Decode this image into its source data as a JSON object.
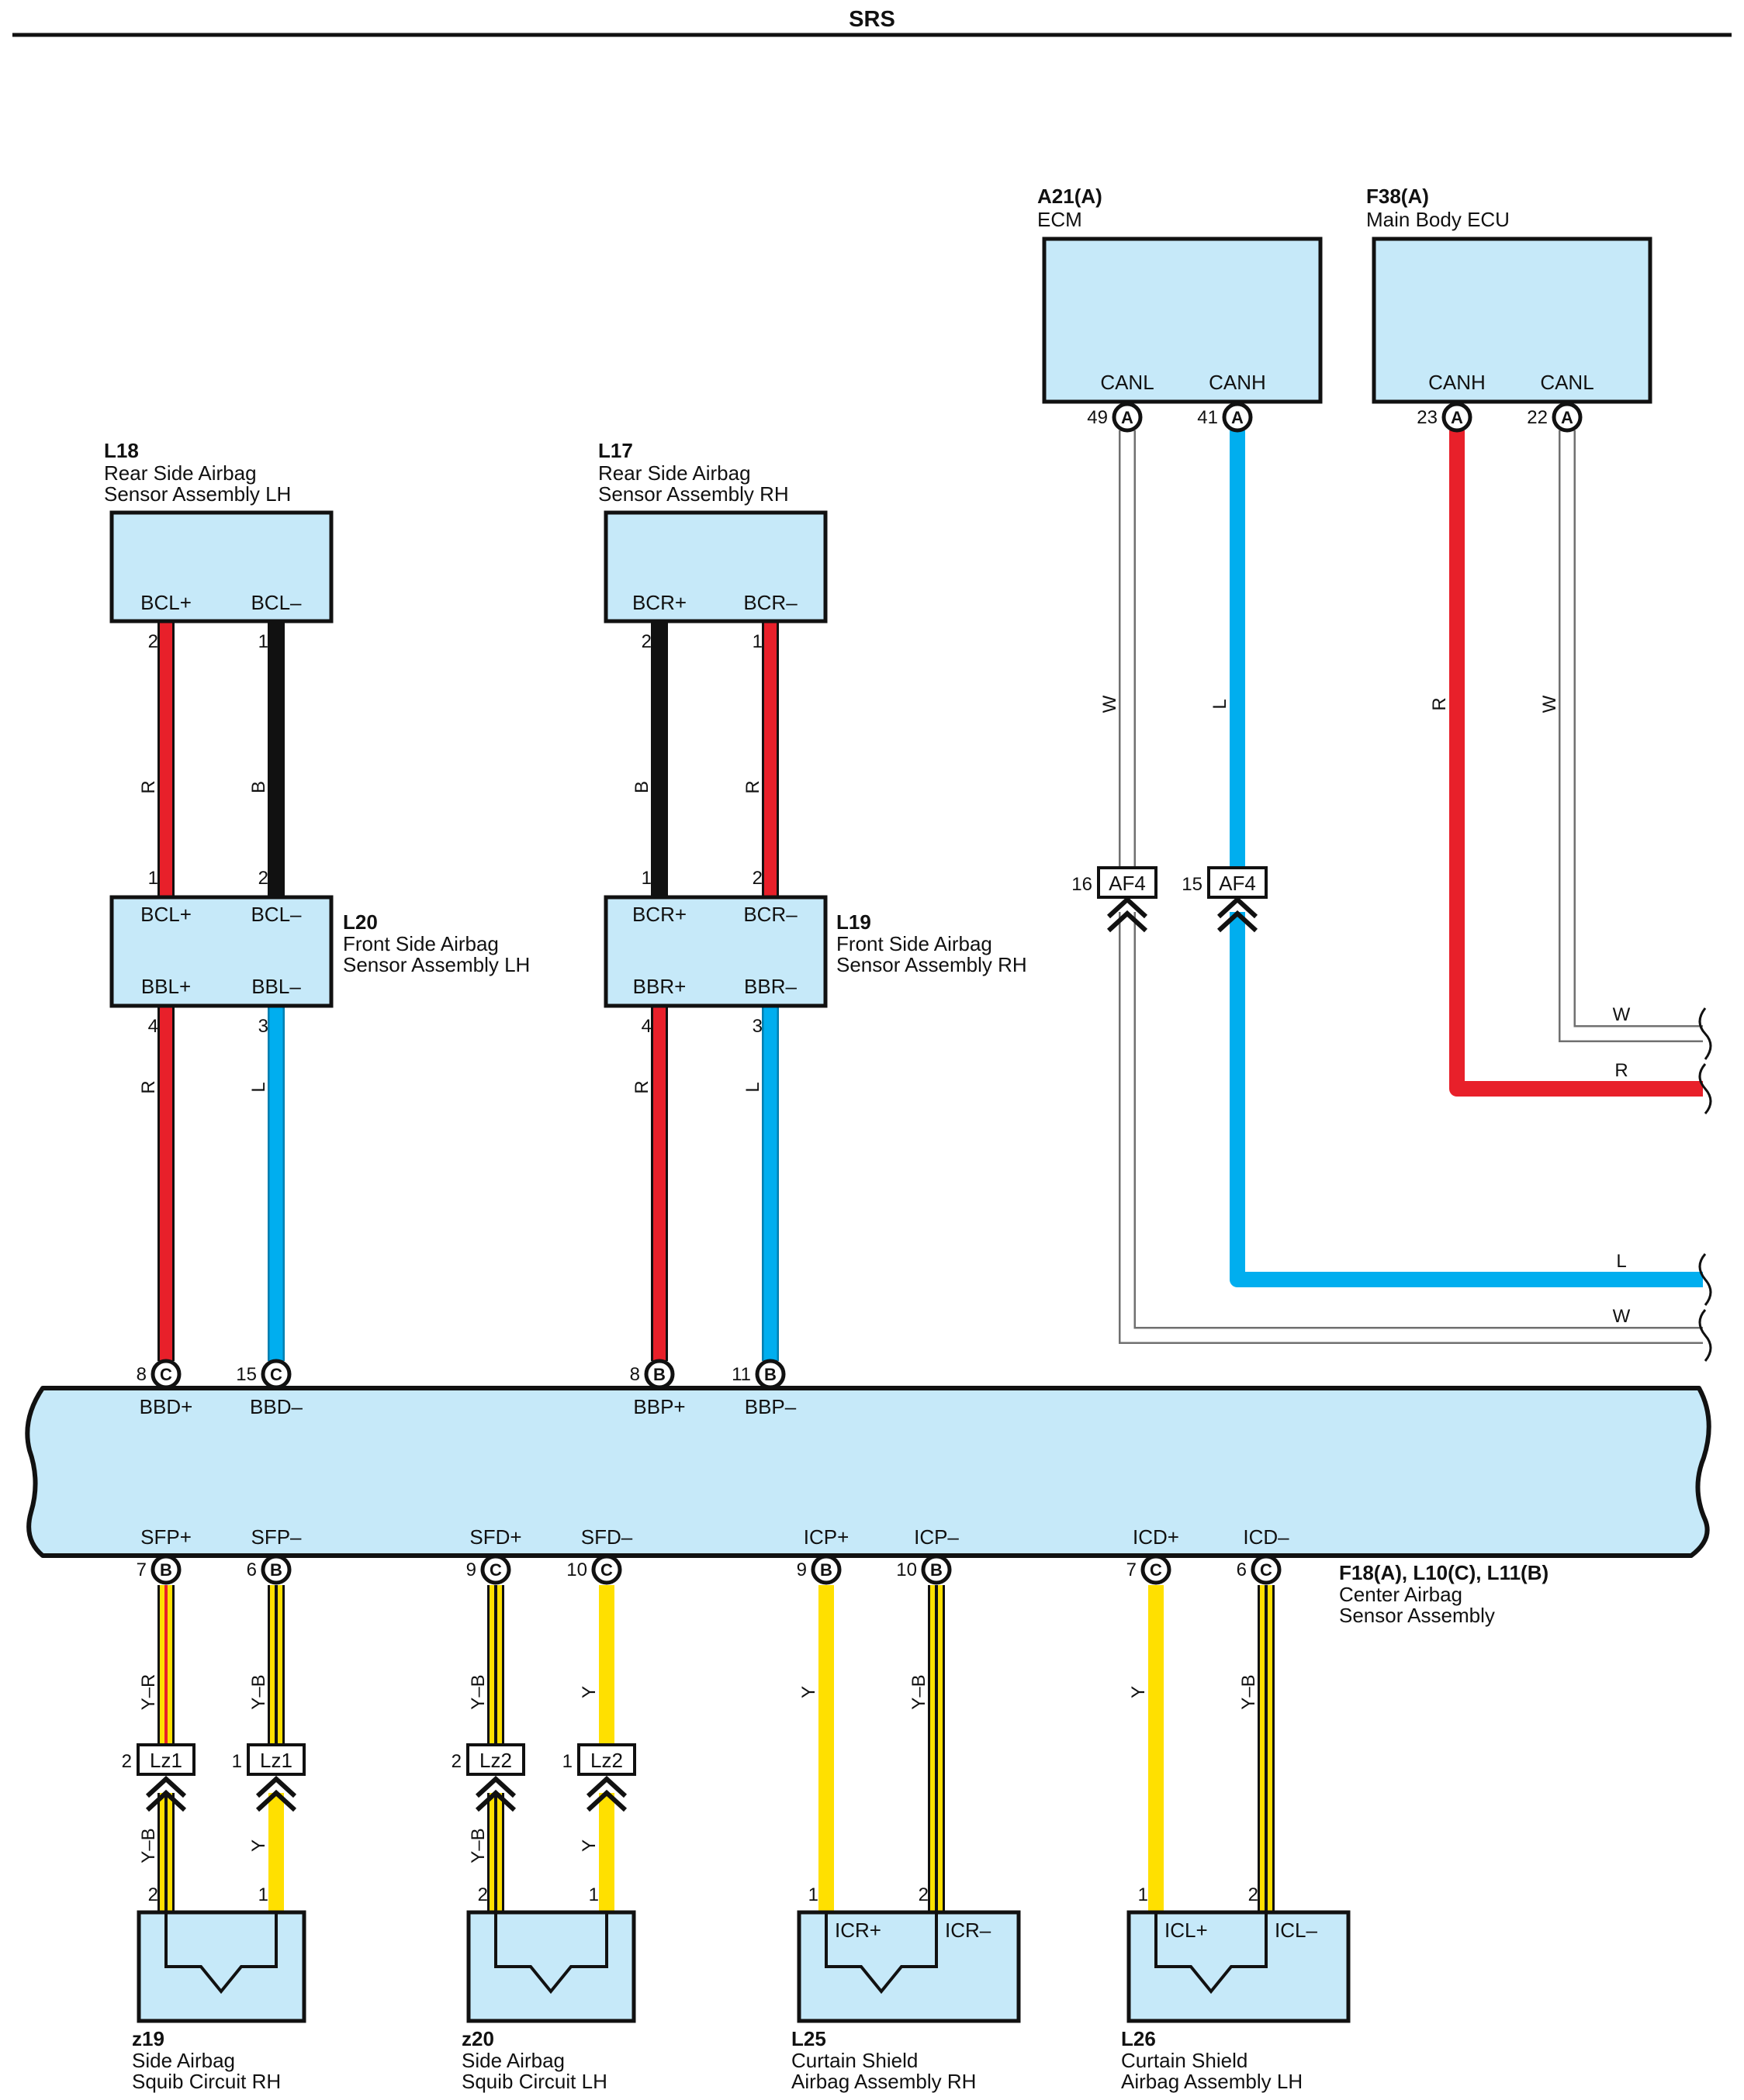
{
  "page": {
    "title": "SRS"
  },
  "colors": {
    "R": "#e8202a",
    "B": "#1a1a1a",
    "L": "#00aeef",
    "W": "#ffffff",
    "Y": "#ffe000",
    "box_fill": "#c6e9f9",
    "wire_outline": "#707070"
  },
  "components": {
    "A21": {
      "code": "A21(A)",
      "name": "ECM",
      "pins": [
        {
          "term": "CANL",
          "num": "49",
          "conn": "A"
        },
        {
          "term": "CANH",
          "num": "41",
          "conn": "A"
        }
      ]
    },
    "F38": {
      "code": "F38(A)",
      "name": "Main Body ECU",
      "pins": [
        {
          "term": "CANH",
          "num": "23",
          "conn": "A"
        },
        {
          "term": "CANL",
          "num": "22",
          "conn": "A"
        }
      ]
    },
    "L18": {
      "code": "L18",
      "name1": "Rear Side Airbag",
      "name2": "Sensor Assembly LH",
      "t1": "BCL+",
      "t2": "BCL–",
      "p1": "2",
      "p2": "1"
    },
    "L17": {
      "code": "L17",
      "name1": "Rear Side Airbag",
      "name2": "Sensor Assembly RH",
      "t1": "BCR+",
      "t2": "BCR–",
      "p1": "2",
      "p2": "1"
    },
    "L20": {
      "code": "L20",
      "name1": "Front Side Airbag",
      "name2": "Sensor Assembly LH",
      "t1": "BCL+",
      "t2": "BCL–",
      "t3": "BBL+",
      "t4": "BBL–",
      "p1": "1",
      "p2": "2",
      "p3": "4",
      "p4": "3"
    },
    "L19": {
      "code": "L19",
      "name1": "Front Side Airbag",
      "name2": "Sensor Assembly RH",
      "t1": "BCR+",
      "t2": "BCR–",
      "t3": "BBR+",
      "t4": "BBR–",
      "p1": "1",
      "p2": "2",
      "p3": "4",
      "p4": "3"
    },
    "center": {
      "code": "F18(A), L10(C), L11(B)",
      "name1": "Center Airbag",
      "name2": "Sensor Assembly",
      "top_pins": [
        {
          "term": "BBD+",
          "num": "8",
          "conn": "C"
        },
        {
          "term": "BBD–",
          "num": "15",
          "conn": "C"
        },
        {
          "term": "BBP+",
          "num": "8",
          "conn": "B"
        },
        {
          "term": "BBP–",
          "num": "11",
          "conn": "B"
        }
      ],
      "bottom_pins": [
        {
          "term": "SFP+",
          "num": "7",
          "conn": "B"
        },
        {
          "term": "SFP–",
          "num": "6",
          "conn": "B"
        },
        {
          "term": "SFD+",
          "num": "9",
          "conn": "C"
        },
        {
          "term": "SFD–",
          "num": "10",
          "conn": "C"
        },
        {
          "term": "ICP+",
          "num": "9",
          "conn": "B"
        },
        {
          "term": "ICP–",
          "num": "10",
          "conn": "B"
        },
        {
          "term": "ICD+",
          "num": "7",
          "conn": "C"
        },
        {
          "term": "ICD–",
          "num": "6",
          "conn": "C"
        }
      ]
    },
    "z19": {
      "code": "z19",
      "name1": "Side Airbag",
      "name2": "Squib Circuit RH",
      "p1": "2",
      "p2": "1"
    },
    "z20": {
      "code": "z20",
      "name1": "Side Airbag",
      "name2": "Squib Circuit LH",
      "p1": "2",
      "p2": "1"
    },
    "L25": {
      "code": "L25",
      "name1": "Curtain Shield",
      "name2": "Airbag Assembly RH",
      "t1": "ICR+",
      "t2": "ICR–",
      "p1": "1",
      "p2": "2"
    },
    "L26": {
      "code": "L26",
      "name1": "Curtain Shield",
      "name2": "Airbag Assembly LH",
      "t1": "ICL+",
      "t2": "ICL–",
      "p1": "1",
      "p2": "2"
    }
  },
  "connectors": {
    "af4_left": {
      "label": "AF4",
      "num": "16"
    },
    "af4_right": {
      "label": "AF4",
      "num": "15"
    },
    "lz1_left": {
      "label": "Lz1",
      "num": "2"
    },
    "lz1_right": {
      "label": "Lz1",
      "num": "1"
    },
    "lz2_left": {
      "label": "Lz2",
      "num": "2"
    },
    "lz2_right": {
      "label": "Lz2",
      "num": "1"
    }
  },
  "wire_labels": {
    "l18_1": "R",
    "l18_2": "B",
    "l17_1": "B",
    "l17_2": "R",
    "l20_1": "R",
    "l20_2": "L",
    "l19_1": "R",
    "l19_2": "L",
    "a21_1": "W",
    "a21_2": "L",
    "f38_1": "R",
    "f38_2": "W",
    "h_w_top": "W",
    "h_r": "R",
    "h_l": "L",
    "h_w_bot": "W",
    "sfp_p": "Y–R",
    "sfp_m": "Y–B",
    "sfd_p": "Y–B",
    "sfd_m": "Y",
    "icp_p": "Y",
    "icp_m": "Y–B",
    "icd_p": "Y",
    "icd_m": "Y–B",
    "z19_1": "Y–B",
    "z19_2": "Y",
    "z20_1": "Y–B",
    "z20_2": "Y"
  }
}
